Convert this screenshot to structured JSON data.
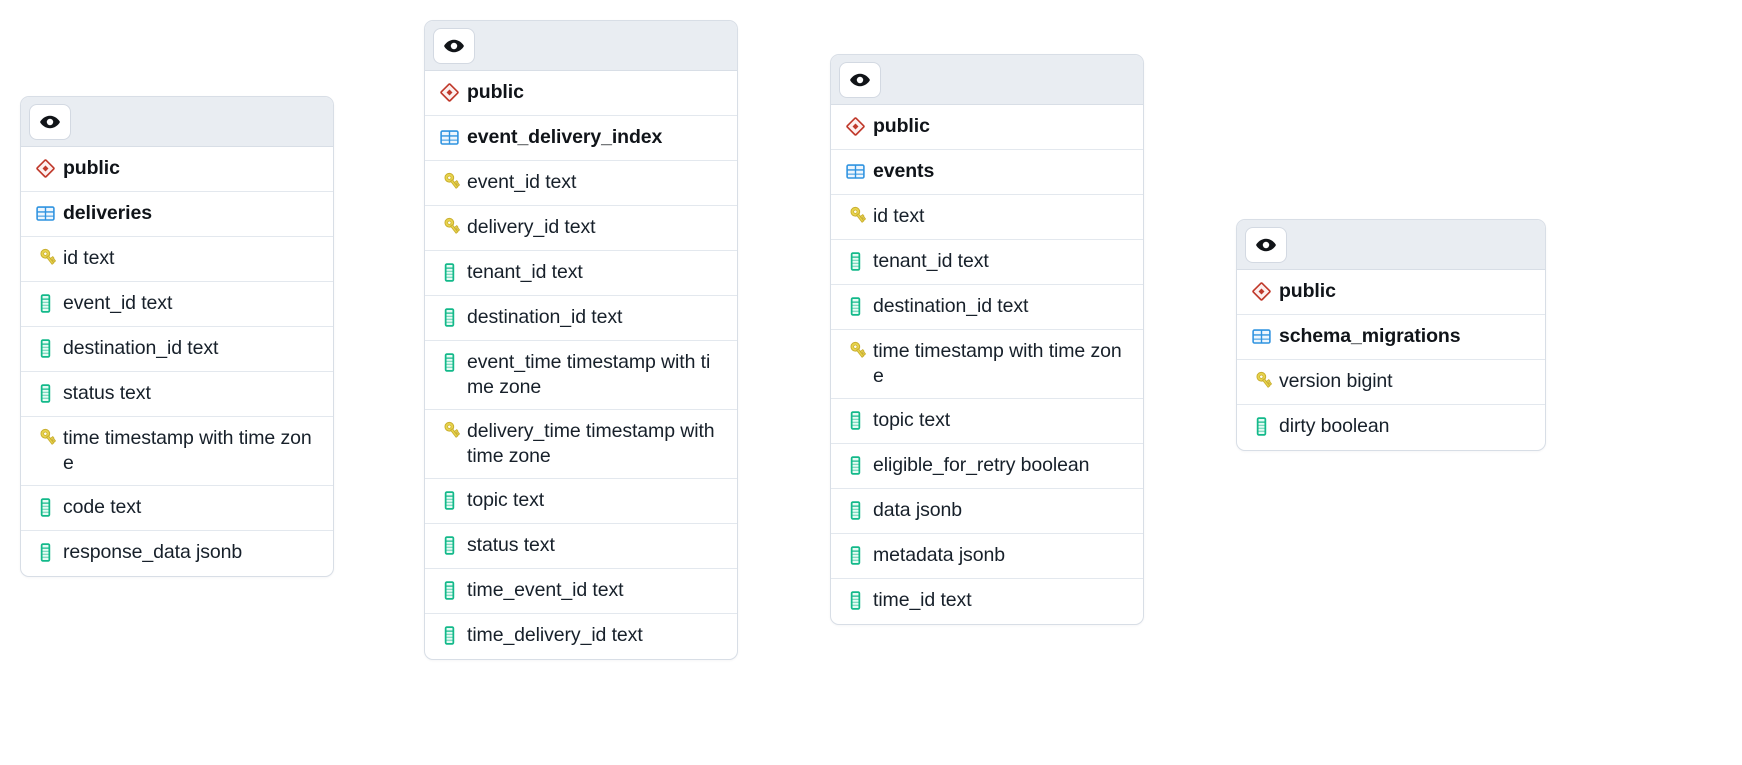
{
  "diagram": {
    "kind": "database-schema-erd",
    "background_color": "#ffffff",
    "card_header_color": "#e9edf2",
    "card_border_color": "#d8dee6",
    "icons": {
      "visibility_toggle": "eye-icon",
      "schema": "schema-diamond-icon",
      "table": "table-grid-icon",
      "primary_key": "key-icon",
      "column": "column-icon"
    },
    "icon_colors": {
      "schema_diamond": "#c0392b",
      "table_grid": "#2f93e0",
      "key": "#e8d44d",
      "column": "#13b98a"
    }
  },
  "tables": [
    {
      "id": "deliveries",
      "schema": "public",
      "name": "deliveries",
      "toggle_label": "eye-icon",
      "columns": [
        {
          "label": "id text",
          "icon": "key-icon"
        },
        {
          "label": "event_id text",
          "icon": "column-icon"
        },
        {
          "label": "destination_id text",
          "icon": "column-icon"
        },
        {
          "label": "status text",
          "icon": "column-icon"
        },
        {
          "label": "time timestamp with time zone",
          "icon": "key-icon"
        },
        {
          "label": "code text",
          "icon": "column-icon"
        },
        {
          "label": "response_data jsonb",
          "icon": "column-icon"
        }
      ]
    },
    {
      "id": "event_delivery_index",
      "schema": "public",
      "name": "event_delivery_index",
      "toggle_label": "eye-icon",
      "columns": [
        {
          "label": "event_id text",
          "icon": "key-icon"
        },
        {
          "label": "delivery_id text",
          "icon": "key-icon"
        },
        {
          "label": "tenant_id text",
          "icon": "column-icon"
        },
        {
          "label": "destination_id text",
          "icon": "column-icon"
        },
        {
          "label": "event_time timestamp with time zone",
          "icon": "column-icon"
        },
        {
          "label": "delivery_time timestamp with time zone",
          "icon": "key-icon"
        },
        {
          "label": "topic text",
          "icon": "column-icon"
        },
        {
          "label": "status text",
          "icon": "column-icon"
        },
        {
          "label": "time_event_id text",
          "icon": "column-icon"
        },
        {
          "label": "time_delivery_id text",
          "icon": "column-icon"
        }
      ]
    },
    {
      "id": "events",
      "schema": "public",
      "name": "events",
      "toggle_label": "eye-icon",
      "columns": [
        {
          "label": "id text",
          "icon": "key-icon"
        },
        {
          "label": "tenant_id text",
          "icon": "column-icon"
        },
        {
          "label": "destination_id text",
          "icon": "column-icon"
        },
        {
          "label": "time timestamp with time zone",
          "icon": "key-icon"
        },
        {
          "label": "topic text",
          "icon": "column-icon"
        },
        {
          "label": "eligible_for_retry boolean",
          "icon": "column-icon"
        },
        {
          "label": "data jsonb",
          "icon": "column-icon"
        },
        {
          "label": "metadata jsonb",
          "icon": "column-icon"
        },
        {
          "label": "time_id text",
          "icon": "column-icon"
        }
      ]
    },
    {
      "id": "schema_migrations",
      "schema": "public",
      "name": "schema_migrations",
      "toggle_label": "eye-icon",
      "columns": [
        {
          "label": "version bigint",
          "icon": "key-icon"
        },
        {
          "label": "dirty boolean",
          "icon": "column-icon"
        }
      ]
    }
  ]
}
